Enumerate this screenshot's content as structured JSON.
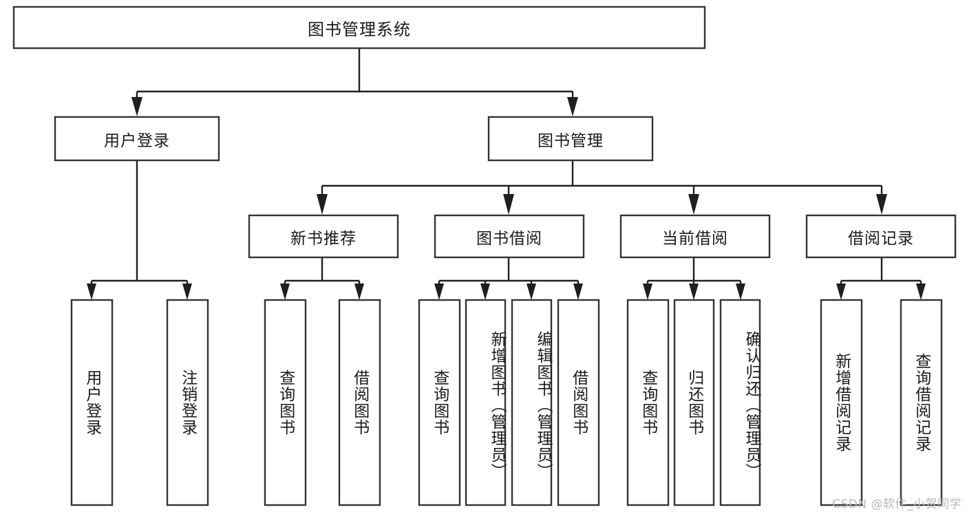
{
  "diagram": {
    "type": "tree-hierarchy-chart",
    "title": "图书管理系统",
    "watermark": "CSDN @软件_小贺同学",
    "colors": {
      "box_border": "#333333",
      "box_fill": "#ffffff",
      "connector": "#1f1f1f",
      "text": "#1a1a1a",
      "watermark": "#b8b8b8",
      "background": "#ffffff"
    },
    "levels": {
      "level0": [
        {
          "id": "root",
          "label": "图书管理系统",
          "orientation": "horizontal"
        }
      ],
      "level1": [
        {
          "id": "user-login",
          "label": "用户登录",
          "orientation": "horizontal"
        },
        {
          "id": "book-management",
          "label": "图书管理",
          "orientation": "horizontal"
        }
      ],
      "level2": [
        {
          "id": "new-book-recommend",
          "label": "新书推荐",
          "orientation": "horizontal"
        },
        {
          "id": "book-borrow",
          "label": "图书借阅",
          "orientation": "horizontal"
        },
        {
          "id": "current-borrow",
          "label": "当前借阅",
          "orientation": "horizontal"
        },
        {
          "id": "borrow-record",
          "label": "借阅记录",
          "orientation": "horizontal"
        }
      ],
      "level3": [
        {
          "id": "leaf-user-login",
          "label": "用户登录",
          "orientation": "vertical",
          "parent": "user-login"
        },
        {
          "id": "leaf-logout-login",
          "label": "注销登录",
          "orientation": "vertical",
          "parent": "user-login"
        },
        {
          "id": "leaf-query-book-1",
          "label": "查询图书",
          "orientation": "vertical",
          "parent": "new-book-recommend"
        },
        {
          "id": "leaf-borrow-book-1",
          "label": "借阅图书",
          "orientation": "vertical",
          "parent": "new-book-recommend"
        },
        {
          "id": "leaf-query-book-2",
          "label": "查询图书",
          "orientation": "vertical",
          "parent": "book-borrow"
        },
        {
          "id": "leaf-add-book",
          "label": "新增图书（管理员）",
          "orientation": "vertical",
          "parent": "book-borrow"
        },
        {
          "id": "leaf-edit-book",
          "label": "编辑图书（管理员）",
          "orientation": "vertical",
          "parent": "book-borrow"
        },
        {
          "id": "leaf-borrow-book-2",
          "label": "借阅图书",
          "orientation": "vertical",
          "parent": "book-borrow"
        },
        {
          "id": "leaf-query-book-3",
          "label": "查询图书",
          "orientation": "vertical",
          "parent": "current-borrow"
        },
        {
          "id": "leaf-return-book",
          "label": "归还图书",
          "orientation": "vertical",
          "parent": "current-borrow"
        },
        {
          "id": "leaf-confirm-return",
          "label": "确认归还（管理员）",
          "orientation": "vertical",
          "parent": "current-borrow"
        },
        {
          "id": "leaf-add-record",
          "label": "新增借阅记录",
          "orientation": "vertical",
          "parent": "borrow-record"
        },
        {
          "id": "leaf-query-record",
          "label": "查询借阅记录",
          "orientation": "vertical",
          "parent": "borrow-record"
        }
      ]
    }
  }
}
